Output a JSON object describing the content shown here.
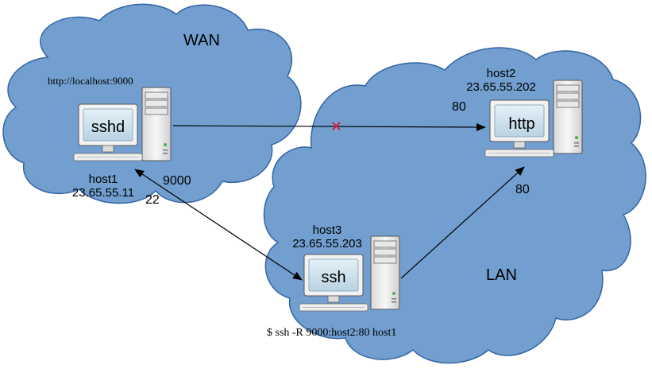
{
  "networks": {
    "wan_label": "WAN",
    "lan_label": "LAN"
  },
  "hosts": {
    "host1": {
      "name": "host1",
      "ip": "23.65.55.11",
      "service": "sshd",
      "url": "http://localhost:9000"
    },
    "host2": {
      "name": "host2",
      "ip": "23.65.55.202",
      "service": "http"
    },
    "host3": {
      "name": "host3",
      "ip": "23.65.55.203",
      "service": "ssh",
      "command": "$ ssh -R 9000:host2:80 host1"
    }
  },
  "ports": {
    "host1_forward": "9000",
    "host1_ssh": "22",
    "host2_in_direct": "80",
    "host2_in_lan": "80"
  },
  "connections": {
    "blocked_mark": "✕"
  },
  "colors": {
    "cloud_fill": "#729fcf",
    "cloud_stroke": "#3465a4",
    "blocked": "#e8112d",
    "screen_fill": "#c5dbe7",
    "monitor_fill": "#f2f2f2"
  }
}
